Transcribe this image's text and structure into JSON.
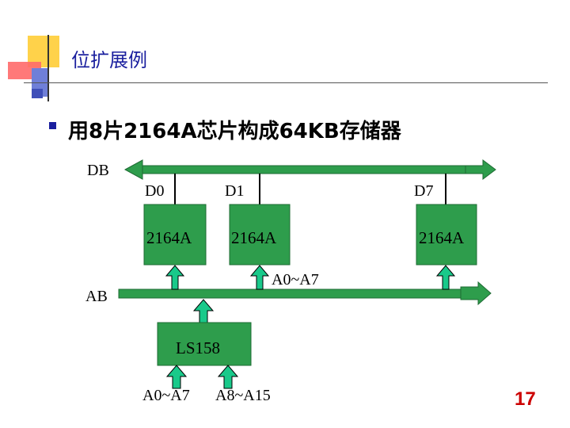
{
  "slide": {
    "title": "位扩展例",
    "heading": "用8片2164A芯片构成64KB存储器",
    "page_number": "17"
  },
  "diagram": {
    "data_bus_label": "DB",
    "address_bus_label": "AB",
    "chips": [
      {
        "label": "2164A",
        "data_line": "D0"
      },
      {
        "label": "2164A",
        "data_line": "D1"
      },
      {
        "label": "2164A",
        "data_line": "D7"
      }
    ],
    "address_tap_label": "A0~A7",
    "decoder": {
      "label": "LS158"
    },
    "decoder_inputs": [
      "A0~A7",
      "A8~A15"
    ]
  },
  "colors": {
    "chip_fill": "#2e9d4c",
    "bus_fill": "#2e9d4c",
    "arrow_fill": "#19c98a",
    "title_color": "#1a1f9e",
    "page_number_color": "#cc0000"
  }
}
